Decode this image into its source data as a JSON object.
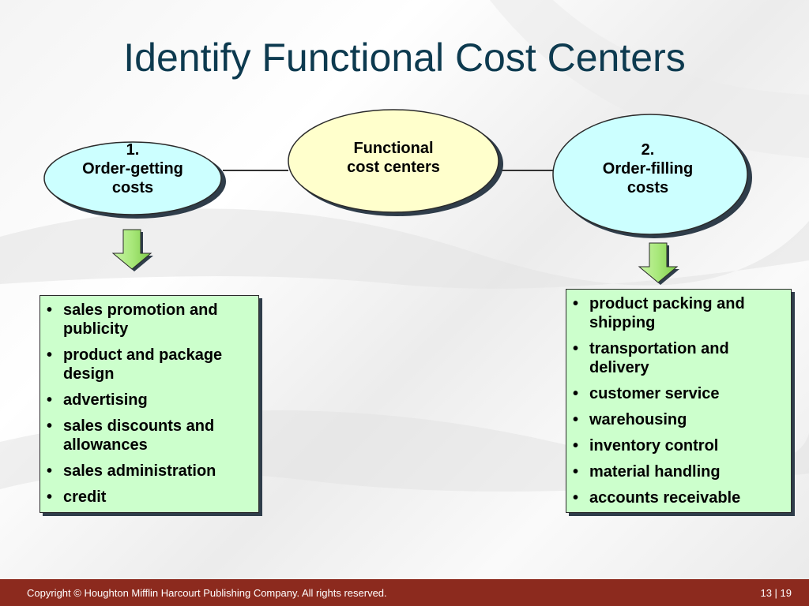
{
  "title": "Identify Functional Cost Centers",
  "center_node": {
    "lines": [
      "Functional",
      "cost centers"
    ]
  },
  "left_node": {
    "lines": [
      "1.",
      "Order-getting",
      "costs"
    ]
  },
  "right_node": {
    "lines": [
      "2.",
      "Order-filling",
      "costs"
    ]
  },
  "left_list": [
    "sales promotion and publicity",
    "product and package design",
    "advertising",
    "sales discounts and allowances",
    "sales administration",
    "credit"
  ],
  "right_list": [
    "product packing and shipping",
    "transportation and delivery",
    "customer service",
    "warehousing",
    "inventory control",
    "material handling",
    "accounts receivable"
  ],
  "footer": {
    "copyright": "Copyright © Houghton Mifflin Harcourt Publishing Company. All rights reserved.",
    "page": "13 | 19"
  },
  "colors": {
    "title": "#0d3a4f",
    "center_fill": "#ffffcc",
    "side_fill": "#ccffff",
    "list_fill": "#ccffcc",
    "arrow_fill": "#99e066",
    "footer_bar": "#8c2a1e"
  }
}
